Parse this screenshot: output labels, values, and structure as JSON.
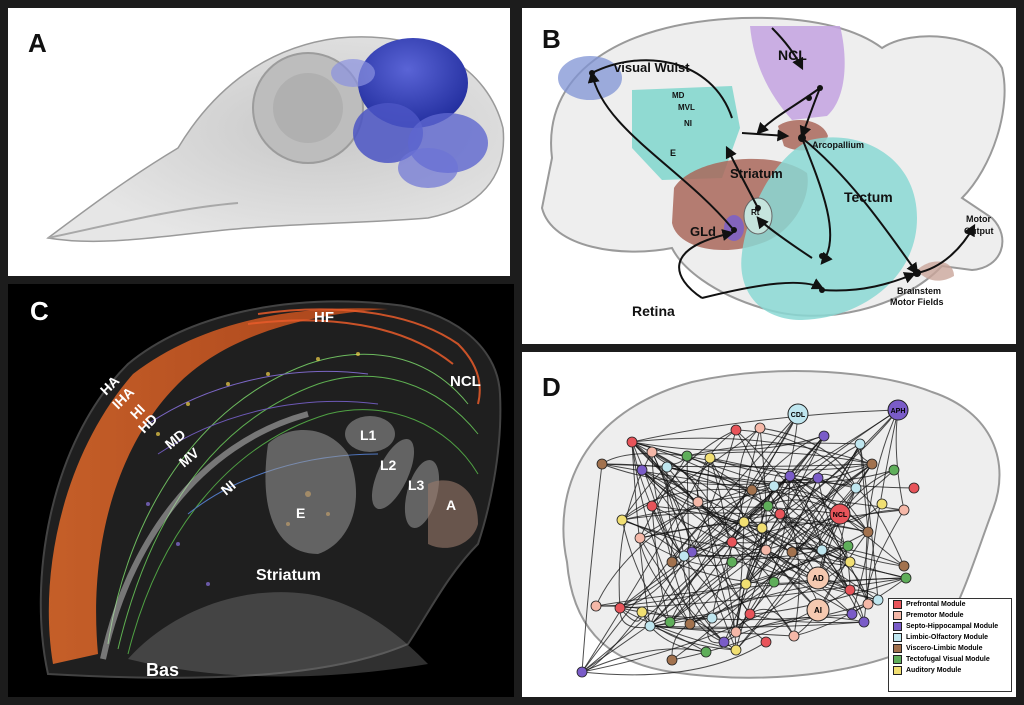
{
  "panels": {
    "A": {
      "label": "A"
    },
    "B": {
      "label": "B",
      "regions": {
        "visual_wulst": "visual Wulst",
        "ncl": "NCL",
        "md": "MD",
        "mvl": "MVL",
        "ni": "NI",
        "e": "E",
        "striatum": "Striatum",
        "arcopallium": "Arcopallium",
        "tectum": "Tectum",
        "rt": "Rt",
        "gld": "GLd",
        "retina": "Retina",
        "brainstem": "Brainstem",
        "motor_fields": "Motor Fields",
        "motor": "Motor",
        "output": "Output"
      }
    },
    "C": {
      "label": "C",
      "regions": {
        "hf": "HF",
        "ncl": "NCL",
        "ha": "HA",
        "iha": "IHA",
        "hi": "HI",
        "hd": "HD",
        "md": "MD",
        "mv": "MV",
        "ni": "NI",
        "e": "E",
        "l1": "L1",
        "l2": "L2",
        "l3": "L3",
        "a": "A",
        "striatum": "Striatum",
        "bas": "Bas"
      }
    },
    "D": {
      "label": "D",
      "nodes": {
        "cdl": "CDL",
        "aph": "APH",
        "ncl": "NCL",
        "ad": "AD",
        "ai": "AI"
      },
      "legend": [
        {
          "name": "Prefrontal Module",
          "color": "#e8545a"
        },
        {
          "name": "Premotor Module",
          "color": "#f5b8a8"
        },
        {
          "name": "Septo-Hippocampal Module",
          "color": "#7a5cc8"
        },
        {
          "name": "Limbic-Olfactory Module",
          "color": "#bfe6ef"
        },
        {
          "name": "Viscero-Limbic Module",
          "color": "#a2724e"
        },
        {
          "name": "Tectofugal Visual Module",
          "color": "#5fae5a"
        },
        {
          "name": "Auditory Module",
          "color": "#f1df72"
        }
      ]
    }
  }
}
